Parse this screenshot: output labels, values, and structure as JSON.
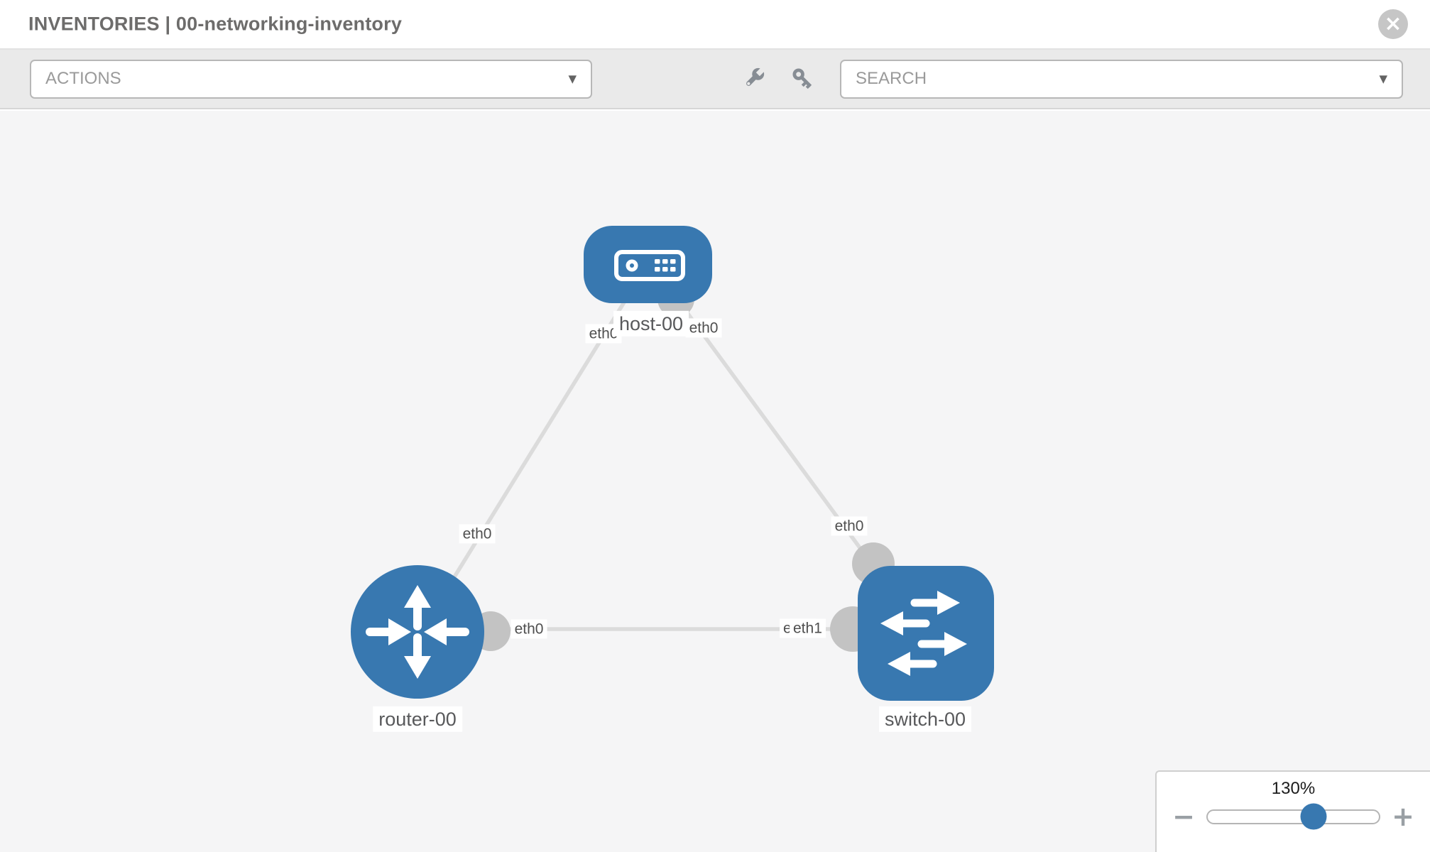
{
  "header": {
    "title": "INVENTORIES | 00-networking-inventory",
    "close_icon": "close-x"
  },
  "toolbar": {
    "actions_label": "ACTIONS",
    "search_label": "SEARCH",
    "caret": "▼",
    "icon_names": [
      "wrench",
      "key"
    ]
  },
  "topology": {
    "nodes": [
      {
        "id": "host-00",
        "type": "host",
        "label": "host-00",
        "icon": "host-icon"
      },
      {
        "id": "router-00",
        "type": "router",
        "label": "router-00",
        "icon": "router-arrows-icon"
      },
      {
        "id": "switch-00",
        "type": "switch",
        "label": "switch-00",
        "icon": "switch-arrows-icon"
      }
    ],
    "links": [
      {
        "id": "host-router",
        "from": "host-00",
        "to": "router-00",
        "from_if": "eth0",
        "to_if": "eth0"
      },
      {
        "id": "host-switch",
        "from": "host-00",
        "to": "switch-00",
        "from_if": "eth0",
        "to_if": "eth0"
      },
      {
        "id": "router-switch",
        "from": "router-00",
        "to": "switch-00",
        "from_if": "eth0",
        "to_if": "eth1",
        "to_if_overlapped": "eth0"
      }
    ]
  },
  "zoom_control": {
    "value": "130%",
    "minus_label": "−",
    "plus_label": "+"
  },
  "colors": {
    "node_blue": "#3878b0",
    "edge_gray": "#dbdbdb",
    "port_gray": "#c3c3c3",
    "canvas_bg": "#f5f5f6",
    "toolbar_bg": "#eaeaea"
  }
}
